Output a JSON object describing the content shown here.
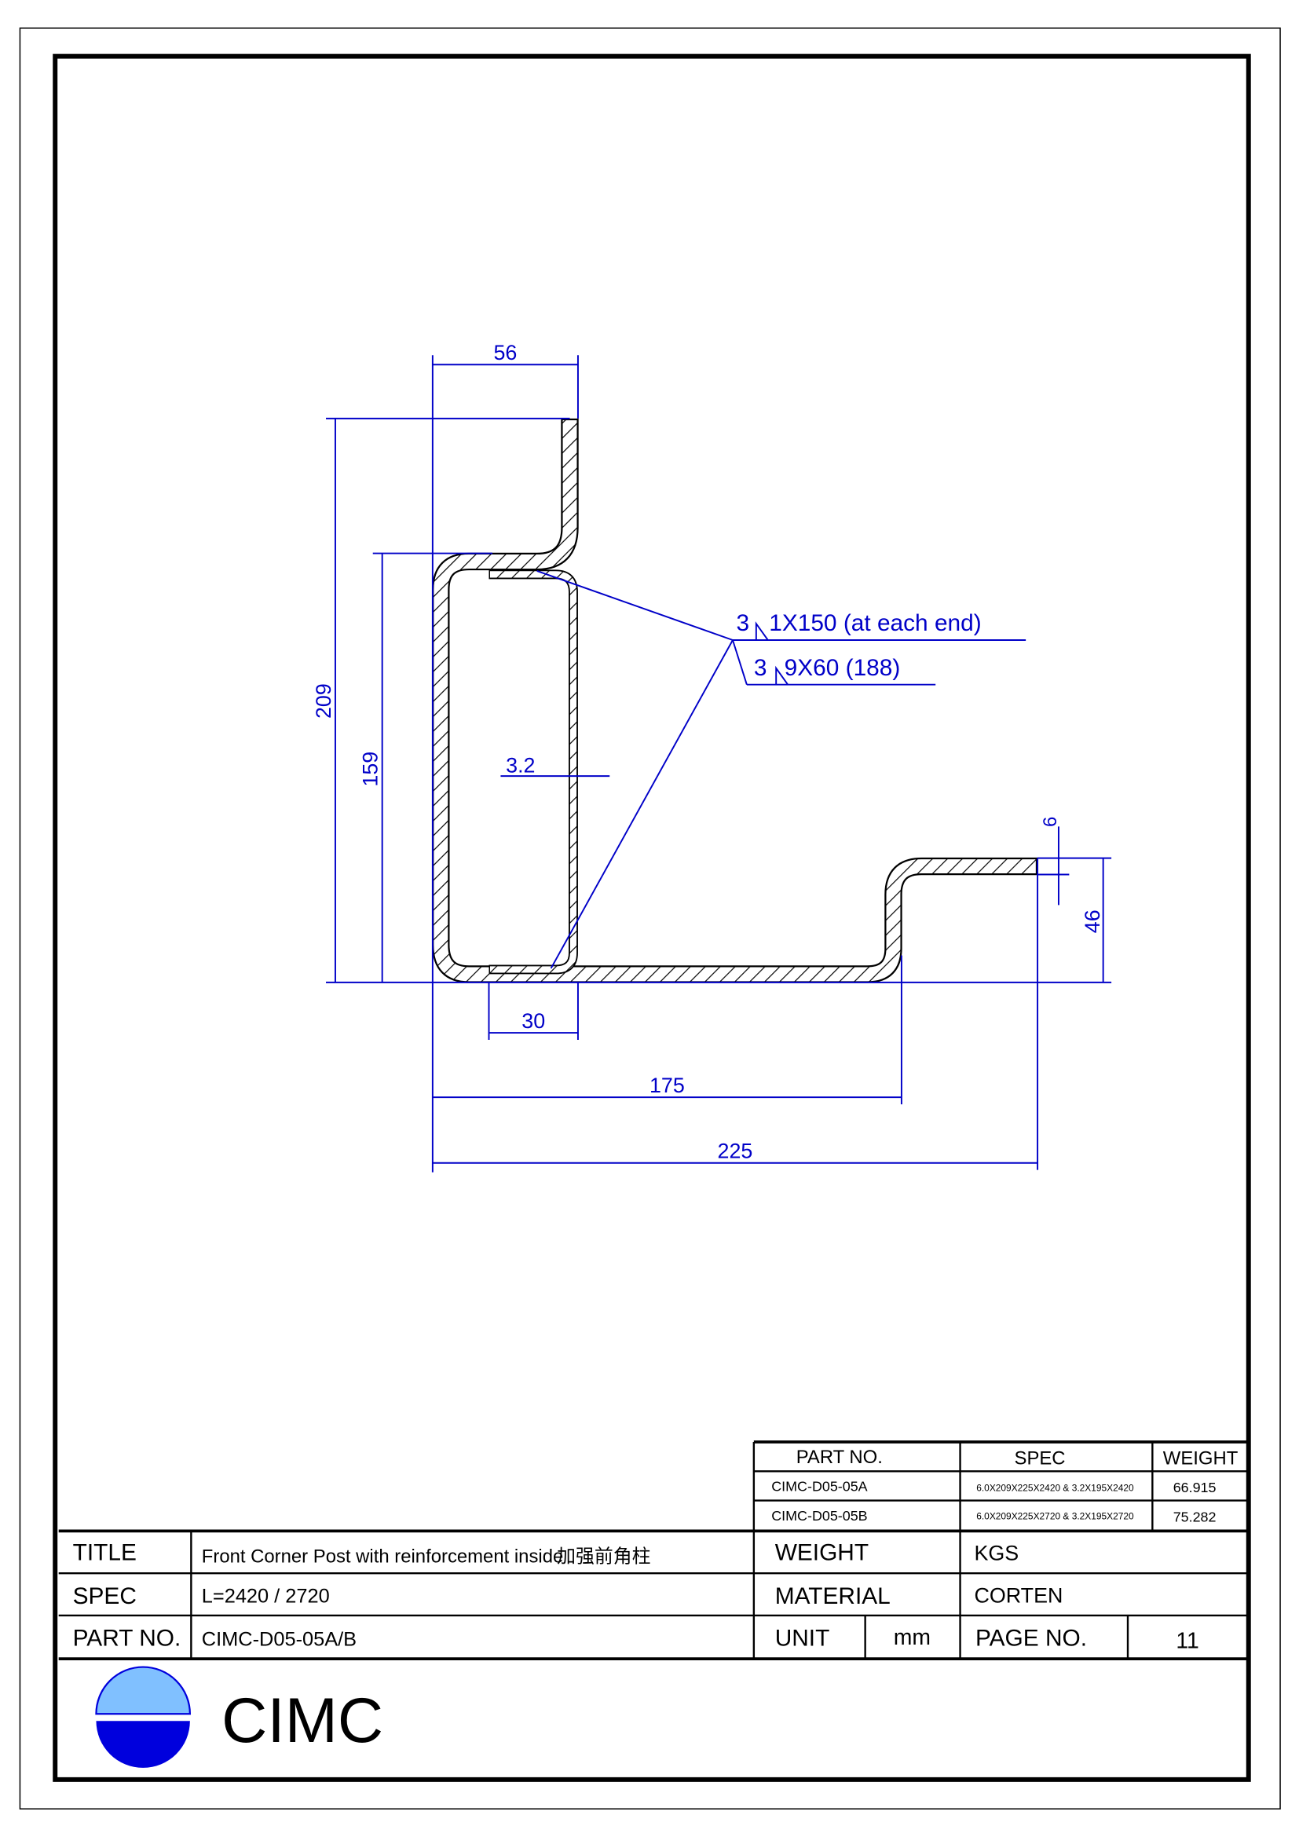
{
  "drawing": {
    "dims": {
      "d56": "56",
      "d209": "209",
      "d159": "159",
      "d3_2": "3.2",
      "d30": "30",
      "d175": "175",
      "d225": "225",
      "d6": "6",
      "d46": "46"
    },
    "weld1": {
      "size": "3",
      "text": "1X150 (at each end)"
    },
    "weld2": {
      "size": "3",
      "text": "9X60 (188)"
    }
  },
  "parts_table": {
    "headers": [
      "PART NO.",
      "SPEC",
      "WEIGHT"
    ],
    "rows": [
      {
        "part": "CIMC-D05-05A",
        "spec": "6.0X209X225X2420 & 3.2X195X2420",
        "weight": "66.915"
      },
      {
        "part": "CIMC-D05-05B",
        "spec": "6.0X209X225X2720 & 3.2X195X2720",
        "weight": "75.282"
      }
    ]
  },
  "title_block": {
    "title_label": "TITLE",
    "title_value": "Front Corner Post with reinforcement inside",
    "title_cn": "加强前角柱",
    "spec_label": "SPEC",
    "spec_value": "L=2420 / 2720",
    "partno_label": "PART NO.",
    "partno_value": "CIMC-D05-05A/B",
    "weight_label": "WEIGHT",
    "weight_value": "KGS",
    "material_label": "MATERIAL",
    "material_value": "CORTEN",
    "unit_label": "UNIT",
    "unit_value": "mm",
    "page_label": "PAGE  NO.",
    "page_value": "11"
  },
  "logo": {
    "text": "CIMC",
    "colors": {
      "top": "#80c0ff",
      "bottom": "#0000dd"
    }
  }
}
